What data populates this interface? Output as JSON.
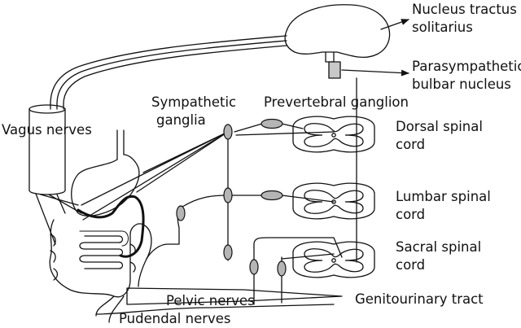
{
  "labels": {
    "nucleus_tractus_line1": "Nucleus tractus",
    "nucleus_tractus_line2": "solitarius",
    "parasympathetic_line1": "Parasympathetic",
    "parasympathetic_line2": "bulbar nucleus",
    "sympathetic_line1": "Sympathetic",
    "sympathetic_line2": "ganglia",
    "prevertebral": "Prevertebral ganglion",
    "vagus": "Vagus nerves",
    "dorsal_line1": "Dorsal spinal",
    "dorsal_line2": "cord",
    "lumbar_line1": "Lumbar spinal",
    "lumbar_line2": "cord",
    "sacral_line1": "Sacral spinal",
    "sacral_line2": "cord",
    "pelvic": "Pelvic nerves",
    "genitourinary": "Genitourinary tract",
    "pudendal": "Pudendal nerves"
  },
  "colors": {
    "line": "#111111",
    "ganglion_fill": "#b5b5b5",
    "brainstem_fill": "#c8c8c8",
    "background": "#ffffff"
  }
}
